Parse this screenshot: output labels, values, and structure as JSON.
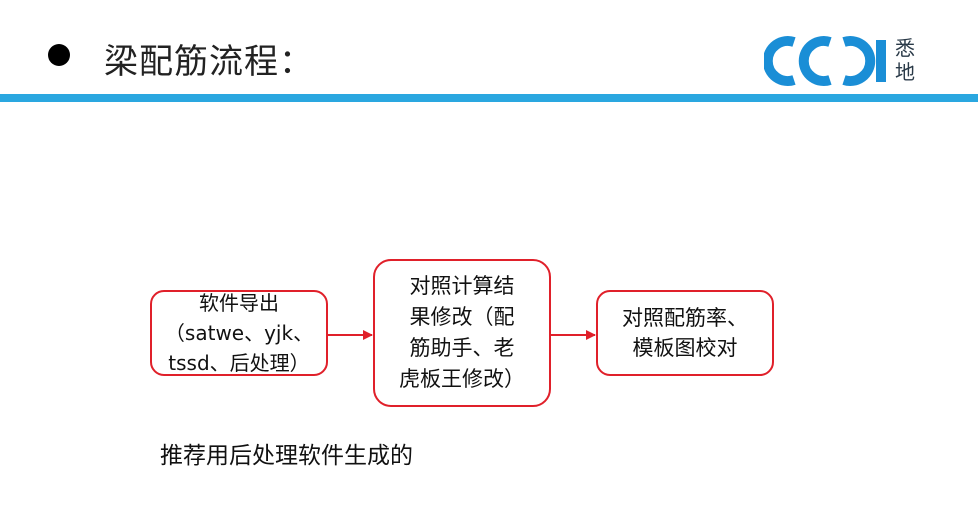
{
  "header": {
    "title": "梁配筋流程：",
    "brand_colors": {
      "rule": "#2aa7e0",
      "logo_blue": "#1a8ed6",
      "logo_text": "#2a3a48"
    },
    "logo": {
      "mark": "CCDI",
      "text_line1": "悉",
      "text_line2": "地"
    }
  },
  "flow": {
    "steps": [
      {
        "label": "软件导出\n（satwe、yjk、\ntssd、后处理）"
      },
      {
        "label": "对照计算结\n果修改（配\n筋助手、老\n虎板王修改）"
      },
      {
        "label": "对照配筋率、\n模板图校对"
      }
    ],
    "border_color": "#e0202a",
    "arrow_color": "#e0202a"
  },
  "note": "推荐用后处理软件生成的"
}
